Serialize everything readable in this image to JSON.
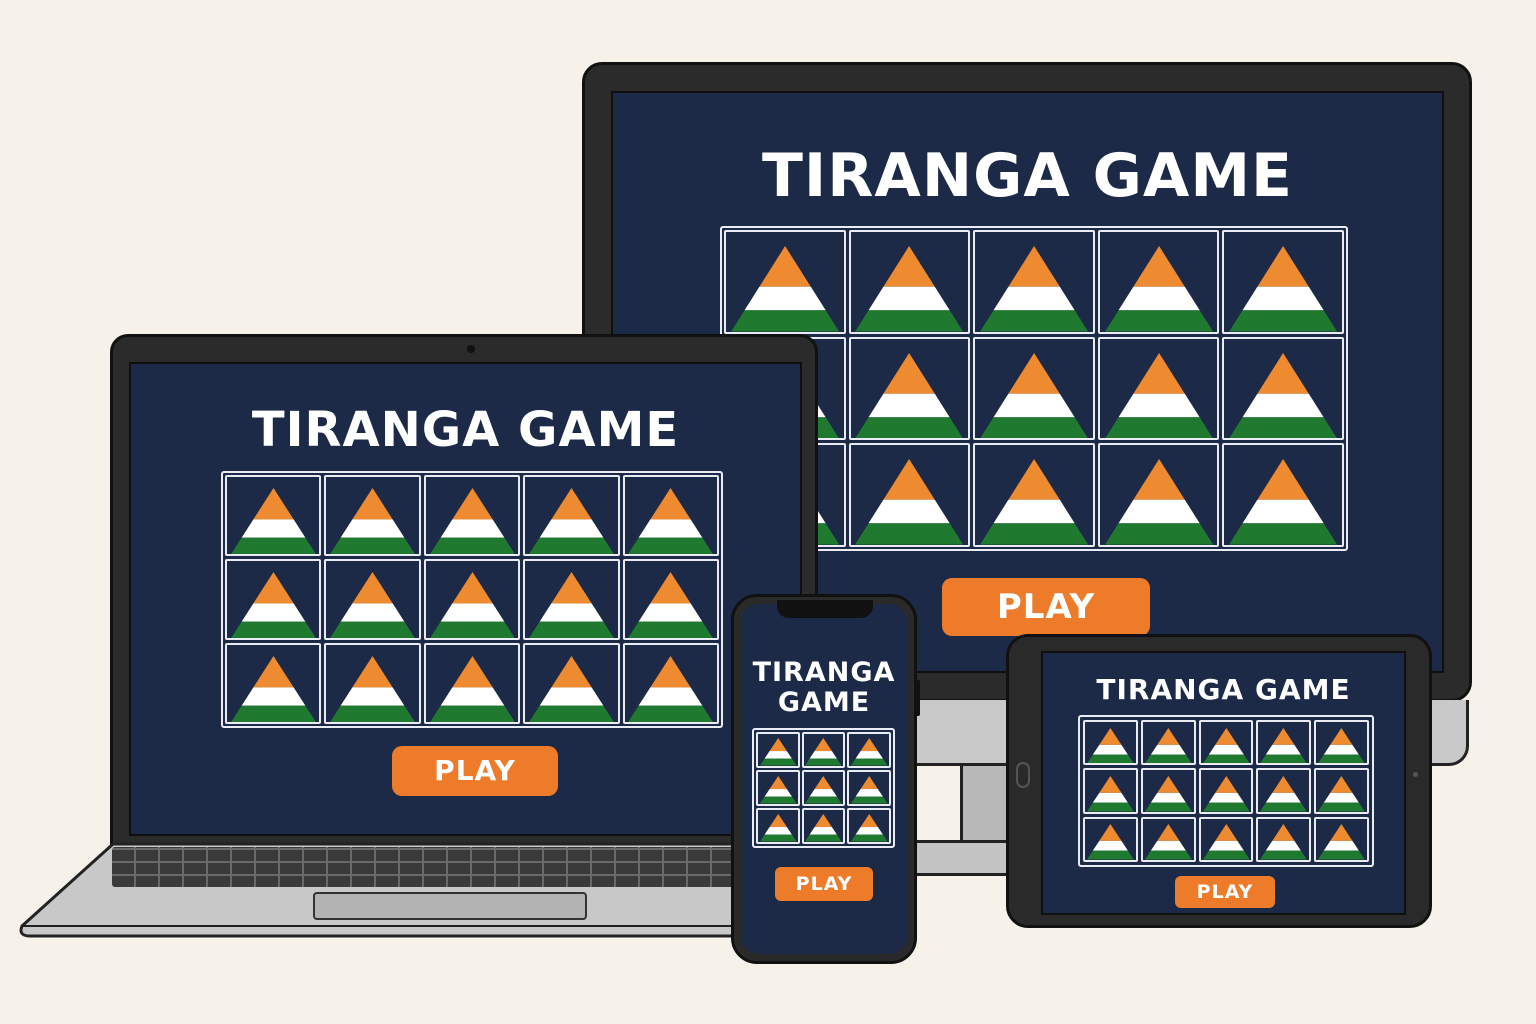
{
  "colors": {
    "background": "#f6f2e9",
    "screen": "#1c2a47",
    "saffron": "#ee8a2f",
    "white": "#ffffff",
    "green": "#1f7a2f",
    "play_button": "#ee7b2a"
  },
  "icon": "tricolor-triangle-icon",
  "monitor": {
    "title": "TIRANGA GAME",
    "play_label": "PLAY",
    "grid_rows": 3,
    "grid_cols": 5
  },
  "laptop": {
    "title": "TIRANGA GAME",
    "play_label": "PLAY",
    "grid_rows": 3,
    "grid_cols": 5
  },
  "phone": {
    "title_line1": "TIRANGA",
    "title_line2": "GAME",
    "play_label": "PLAY",
    "grid_rows": 3,
    "grid_cols": 3
  },
  "tablet": {
    "title": "TIRANGA GAME",
    "play_label": "PLAY",
    "grid_rows": 3,
    "grid_cols": 5
  }
}
